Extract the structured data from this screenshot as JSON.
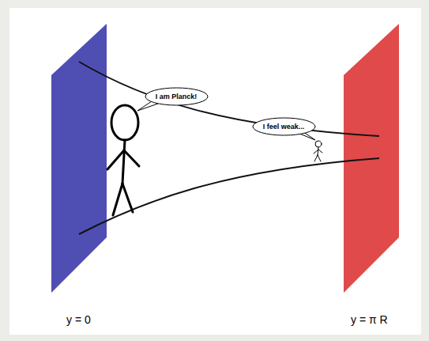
{
  "diagram": {
    "nodes": [
      {
        "text": [
          "I am Planck!"
        ]
      },
      {
        "text": [
          "I feel weak..."
        ]
      }
    ],
    "labels": [
      "y = 0",
      "y = π R"
    ]
  }
}
